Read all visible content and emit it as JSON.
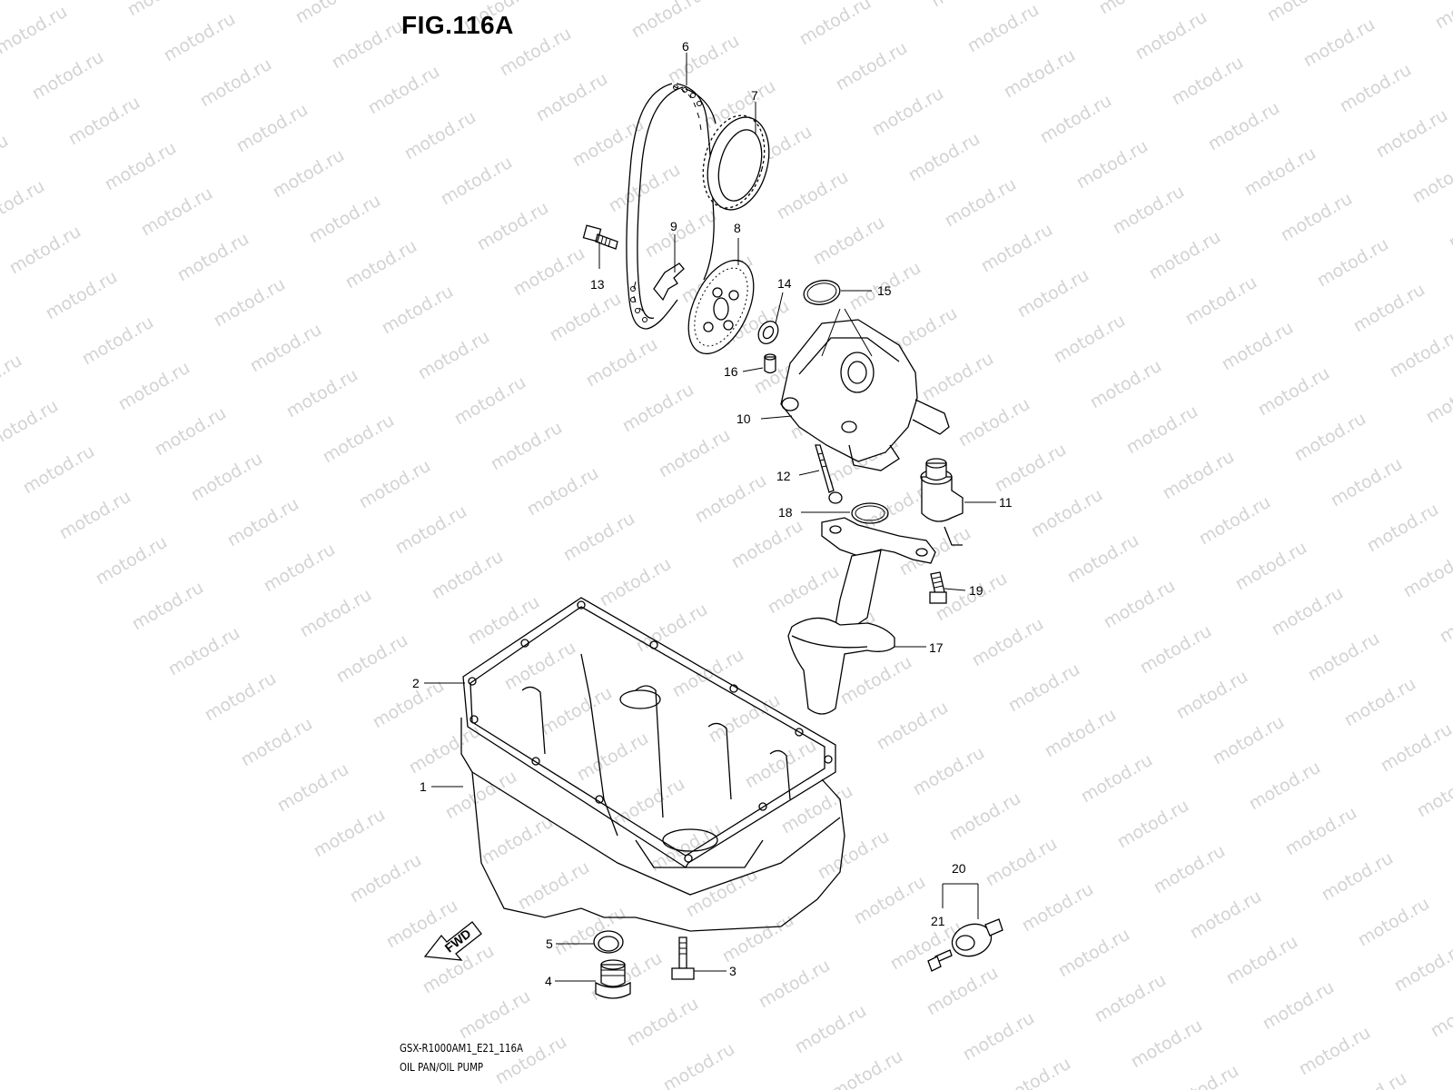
{
  "figure": {
    "title": "FIG.116A",
    "model_code": "GSX-R1000AM1_E21_116A",
    "name": "OIL PAN/OIL PUMP",
    "watermark": "motod.ru",
    "fwd_label": "FWD"
  },
  "callouts": [
    "1",
    "2",
    "3",
    "4",
    "5",
    "6",
    "7",
    "8",
    "9",
    "10",
    "11",
    "12",
    "13",
    "14",
    "15",
    "16",
    "17",
    "18",
    "19",
    "20",
    "21"
  ],
  "colors": {
    "line": "#000000",
    "watermark": "#d3d3d3",
    "background": "#ffffff"
  }
}
